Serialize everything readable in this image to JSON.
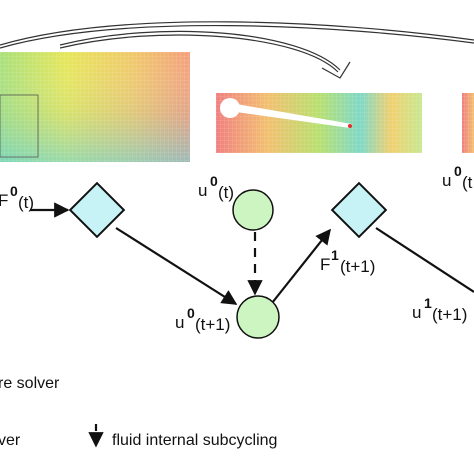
{
  "labels": {
    "f0_prefix": "F",
    "f0_sup": "0",
    "f0_arg": "(t)",
    "u0t_base": "u",
    "u0t_sup": "0",
    "u0t_arg": "(t)",
    "u0t1_base": "u",
    "u0t1_sup": "0",
    "u0t1_arg": "(t+1)",
    "f1_base": "F",
    "f1_sup": "1",
    "f1_arg": "(t+1)",
    "u1_base": "u",
    "u1_sup": "1",
    "u1_arg": "(t+1)",
    "u0_right_base": "u",
    "u0_right_sup": "0",
    "u0_right_arg": "(t"
  },
  "legend": {
    "structure_solver": "re solver",
    "fluid_solver": "ver",
    "subcycling": "fluid internal subcycling"
  },
  "colors": {
    "diamond_fill": "#c8f3f6",
    "circle_fill": "#cdf5c1",
    "outline": "#111111"
  }
}
